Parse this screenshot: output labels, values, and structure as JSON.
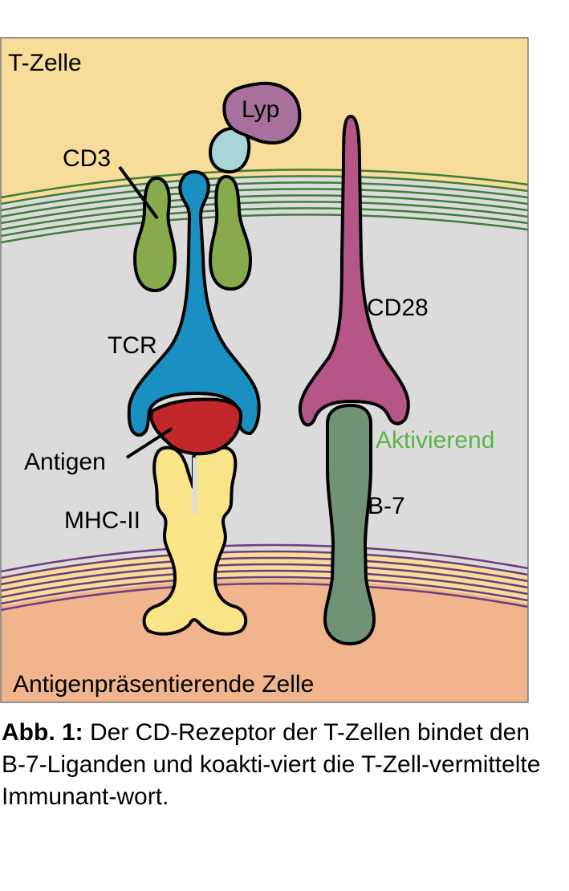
{
  "labels": {
    "t_cell": "T-Zelle",
    "lyp": "Lyp",
    "cd3": "CD3",
    "tcr": "TCR",
    "cd28": "CD28",
    "antigen": "Antigen",
    "activating": "Aktivierend",
    "mhc": "MHC-II",
    "b7": "B-7",
    "apc": "Antigenpräsentierende Zelle"
  },
  "caption": {
    "prefix": "Abb. 1:",
    "text": " Der CD-Rezeptor der T-Zellen bindet den B-7-Liganden und koakti-viert die T-Zell-vermittelte Immunant-wort."
  },
  "colors": {
    "t_cell": "#f7dc9a",
    "gap": "#dcdbdb",
    "apc": "#f0b58c",
    "membrane_top": "#3f7d3c",
    "membrane_bottom": "#6b3d7d",
    "cd3": "#86aa4c",
    "tcr": "#1a8fc2",
    "lyp": "#a8709d",
    "lyp_small": "#a8d6d8",
    "cd28": "#b65687",
    "antigen": "#c0282b",
    "mhc": "#fae488",
    "b7": "#6f9374",
    "activating": "#5eb24a"
  }
}
